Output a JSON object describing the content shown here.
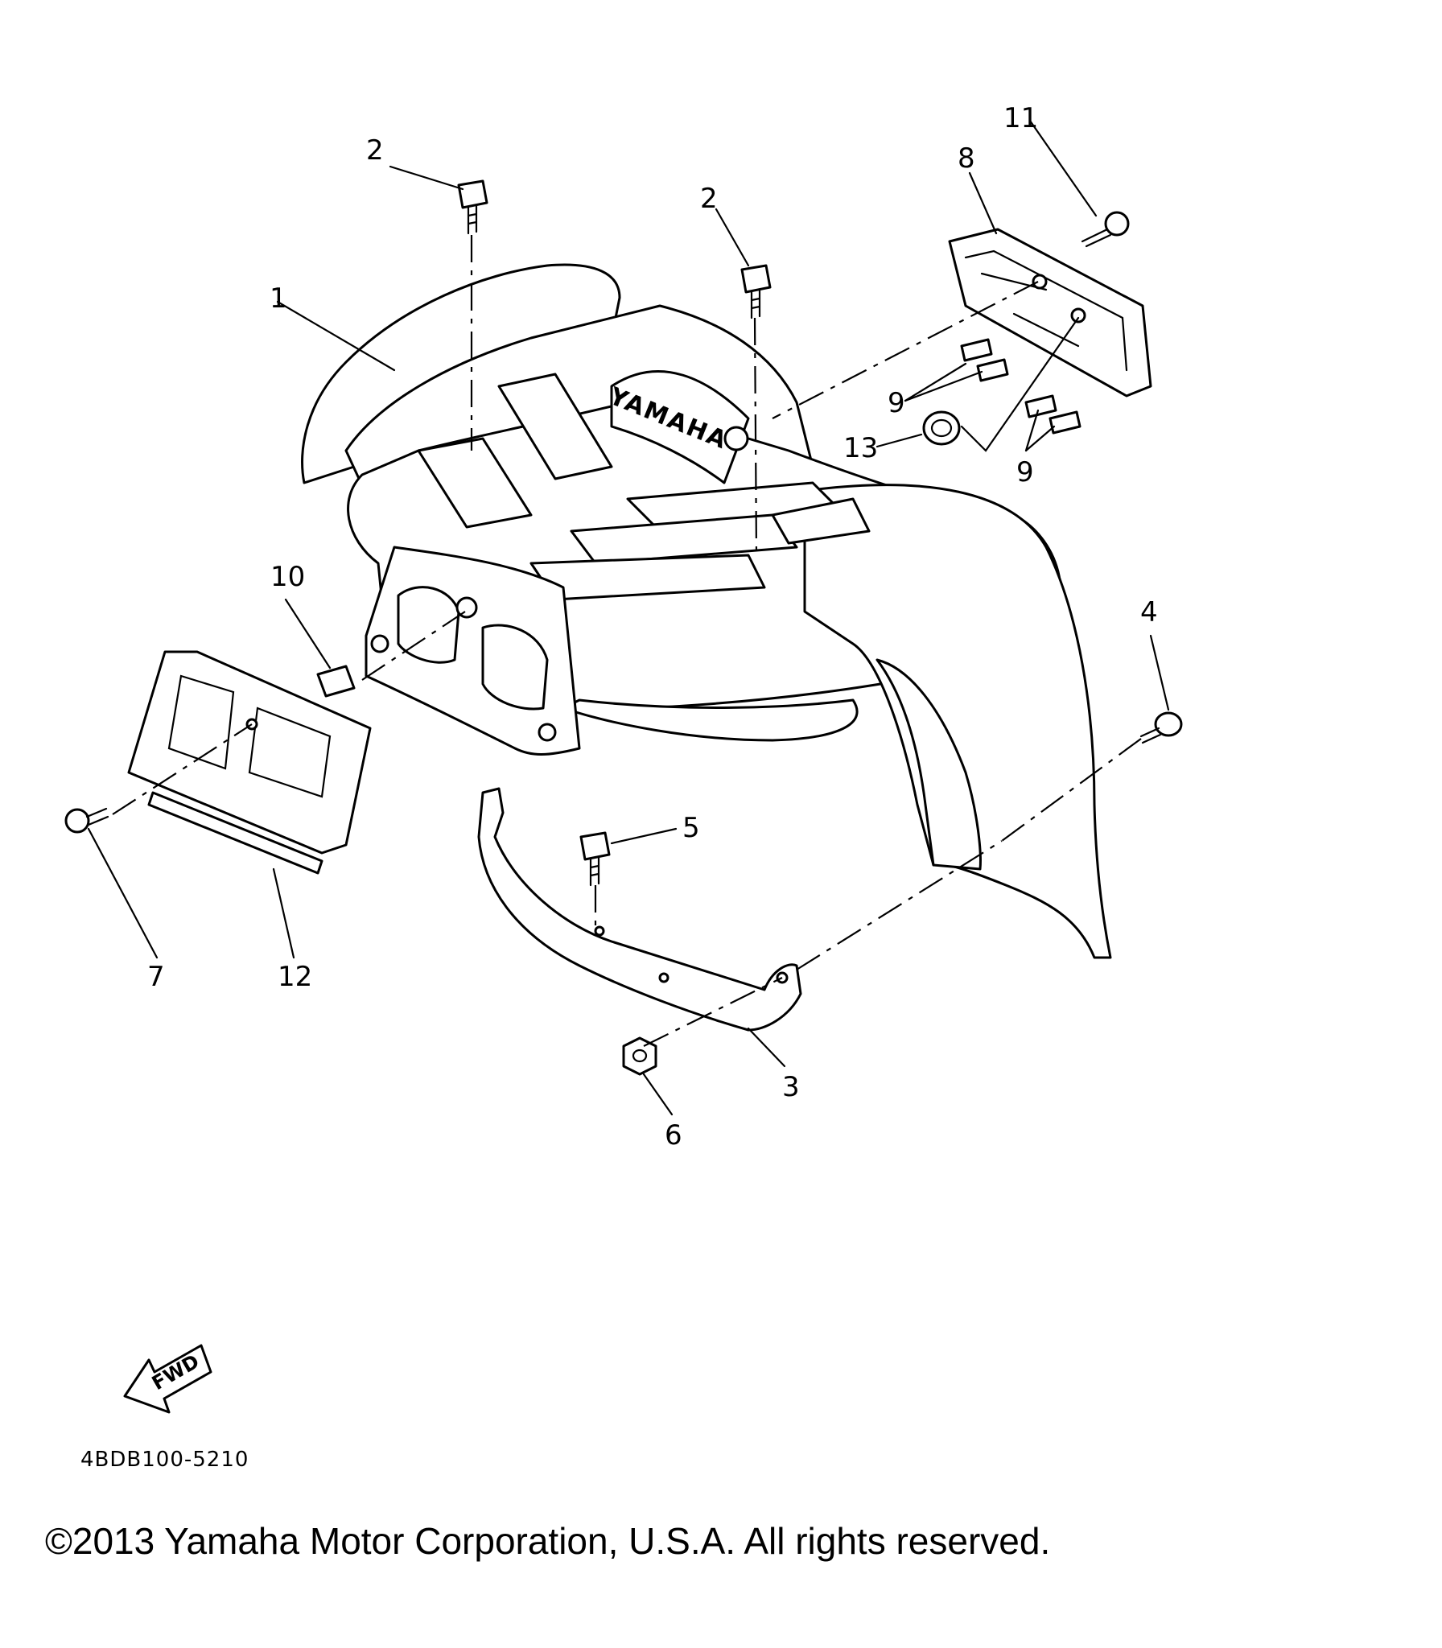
{
  "callouts": [
    {
      "id": "callout-1",
      "text": "1"
    },
    {
      "id": "callout-2a",
      "text": "2"
    },
    {
      "id": "callout-2b",
      "text": "2"
    },
    {
      "id": "callout-3",
      "text": "3"
    },
    {
      "id": "callout-4",
      "text": "4"
    },
    {
      "id": "callout-5",
      "text": "5"
    },
    {
      "id": "callout-6",
      "text": "6"
    },
    {
      "id": "callout-7",
      "text": "7"
    },
    {
      "id": "callout-8",
      "text": "8"
    },
    {
      "id": "callout-9a",
      "text": "9"
    },
    {
      "id": "callout-9b",
      "text": "9"
    },
    {
      "id": "callout-10",
      "text": "10"
    },
    {
      "id": "callout-11",
      "text": "11"
    },
    {
      "id": "callout-12",
      "text": "12"
    },
    {
      "id": "callout-13",
      "text": "13"
    }
  ],
  "brand_logo": "YAMAHA",
  "fwd_arrow": "FWD",
  "diagram_code": "4BDB100-5210",
  "copyright": "©2013 Yamaha Motor Corporation, U.S.A. All rights reserved."
}
